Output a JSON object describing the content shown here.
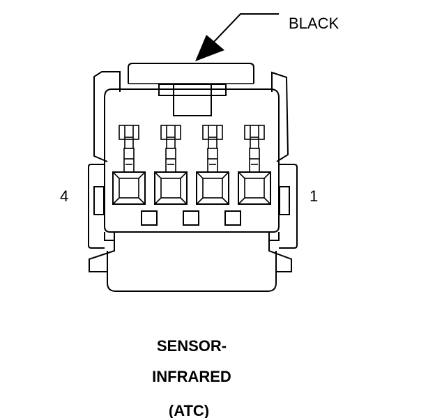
{
  "callout": {
    "color_label": "BLACK"
  },
  "pins": {
    "left_number": "4",
    "right_number": "1",
    "cavity_count": 4
  },
  "caption": {
    "line1": "SENSOR-",
    "line2": "INFRARED",
    "line3": "(ATC)"
  },
  "colors": {
    "ink": "#000000",
    "background": "#ffffff"
  }
}
